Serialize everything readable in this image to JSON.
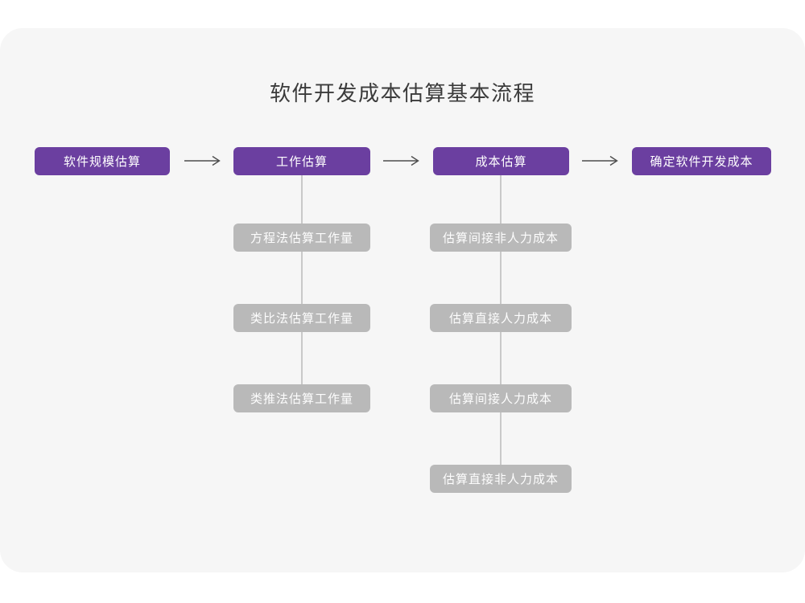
{
  "title": "软件开发成本估算基本流程",
  "colors": {
    "page_bg": "#ffffff",
    "card_bg": "#f6f6f6",
    "primary": "#6b3fa0",
    "sub_box": "#b9b9b9",
    "connector": "#c9c9c9",
    "arrow": "#4d4d4d",
    "title_text": "#3b3b3b",
    "box_text": "#ffffff"
  },
  "main_steps": [
    {
      "label": "软件规模估算"
    },
    {
      "label": "工作估算"
    },
    {
      "label": "成本估算"
    },
    {
      "label": "确定软件开发成本"
    }
  ],
  "work_substeps": [
    {
      "label": "方程法估算工作量"
    },
    {
      "label": "类比法估算工作量"
    },
    {
      "label": "类推法估算工作量"
    }
  ],
  "cost_substeps": [
    {
      "label": "估算间接非人力成本"
    },
    {
      "label": "估算直接人力成本"
    },
    {
      "label": "估算间接人力成本"
    },
    {
      "label": "估算直接非人力成本"
    }
  ],
  "icons": {
    "arrow_right": "→"
  }
}
